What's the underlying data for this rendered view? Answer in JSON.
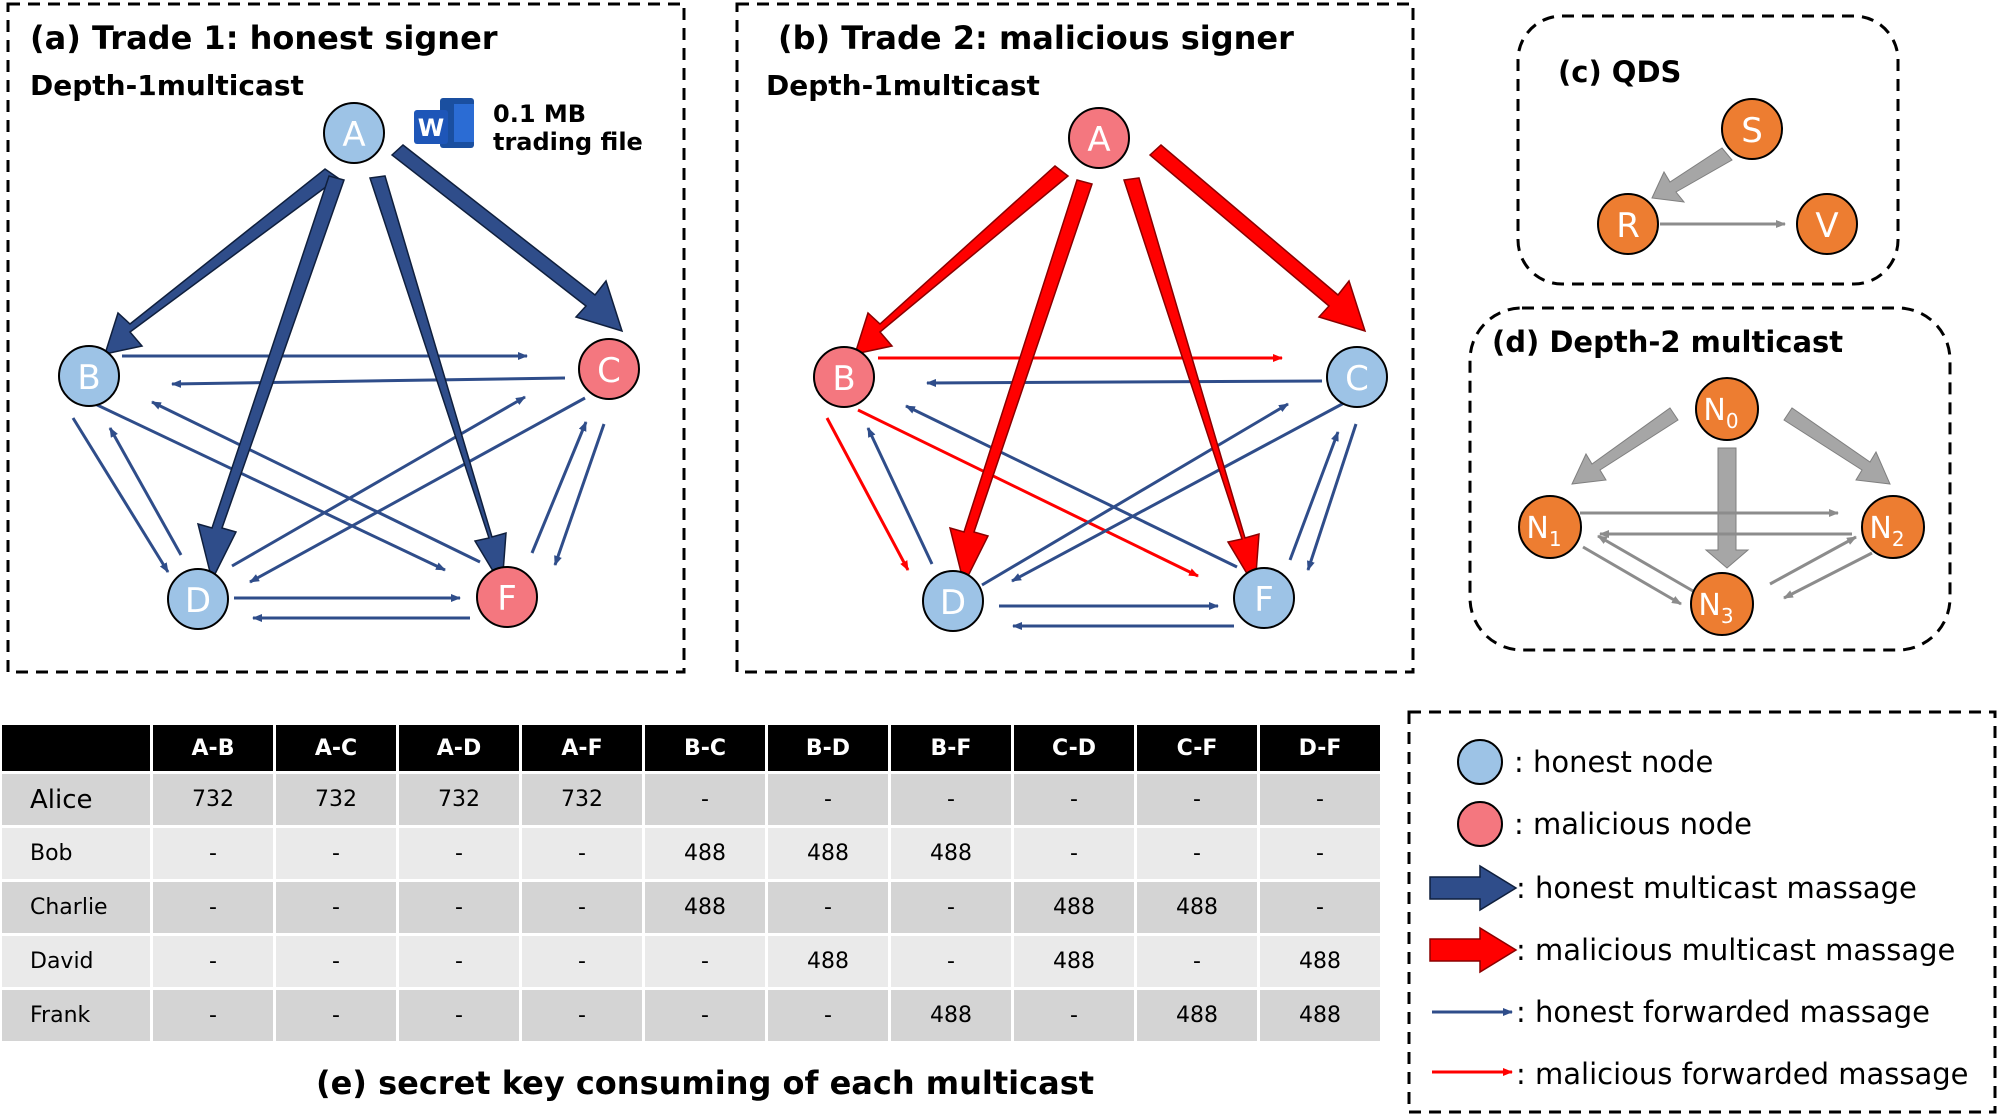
{
  "panel_a": {
    "title": "(a) Trade 1: honest signer",
    "subtitle": "Depth-1multicast",
    "file_size": "0.1 MB",
    "file_label": "trading file",
    "word_icon_letter": "W",
    "nodes": {
      "A": "A",
      "B": "B",
      "C": "C",
      "D": "D",
      "F": "F"
    }
  },
  "panel_b": {
    "title": "(b) Trade 2: malicious signer",
    "subtitle": "Depth-1multicast",
    "nodes": {
      "A": "A",
      "B": "B",
      "C": "C",
      "D": "D",
      "F": "F"
    }
  },
  "panel_c": {
    "title": "(c) QDS",
    "nodes": {
      "S": "S",
      "R": "R",
      "V": "V"
    }
  },
  "panel_d": {
    "title": "(d) Depth-2 multicast",
    "node_letter": "N",
    "subs": {
      "n0": "0",
      "n1": "1",
      "n2": "2",
      "n3": "3"
    }
  },
  "legend": {
    "honest_node": ": honest node",
    "malicious_node": ": malicious node",
    "honest_multicast": ": honest multicast massage",
    "malicious_multicast": ": malicious multicast massage",
    "honest_forwarded": ": honest forwarded massage",
    "malicious_forwarded": ": malicious forwarded massage"
  },
  "table": {
    "caption": "(e) secret key consuming of each multicast",
    "headers": [
      "",
      "A-B",
      "A-C",
      "A-D",
      "A-F",
      "B-C",
      "B-D",
      "B-F",
      "C-D",
      "C-F",
      "D-F"
    ],
    "rows": [
      {
        "name": "Alice",
        "values": [
          "732",
          "732",
          "732",
          "732",
          "-",
          "-",
          "-",
          "-",
          "-",
          "-"
        ]
      },
      {
        "name": "Bob",
        "values": [
          "-",
          "-",
          "-",
          "-",
          "488",
          "488",
          "488",
          "-",
          "-",
          "-"
        ]
      },
      {
        "name": "Charlie",
        "values": [
          "-",
          "-",
          "-",
          "-",
          "488",
          "-",
          "-",
          "488",
          "488",
          "-"
        ]
      },
      {
        "name": "David",
        "values": [
          "-",
          "-",
          "-",
          "-",
          "-",
          "488",
          "-",
          "488",
          "-",
          "488"
        ]
      },
      {
        "name": "Frank",
        "values": [
          "-",
          "-",
          "-",
          "-",
          "-",
          "-",
          "488",
          "-",
          "488",
          "488"
        ]
      }
    ]
  },
  "colors": {
    "honest_node": "#9dc3e6",
    "malicious_node": "#f4777f",
    "honest_arrow": "#2f4d8a",
    "malicious_arrow": "#ff0000",
    "orange_node": "#ed7d31",
    "gray_arrow": "#a6a6a6"
  }
}
